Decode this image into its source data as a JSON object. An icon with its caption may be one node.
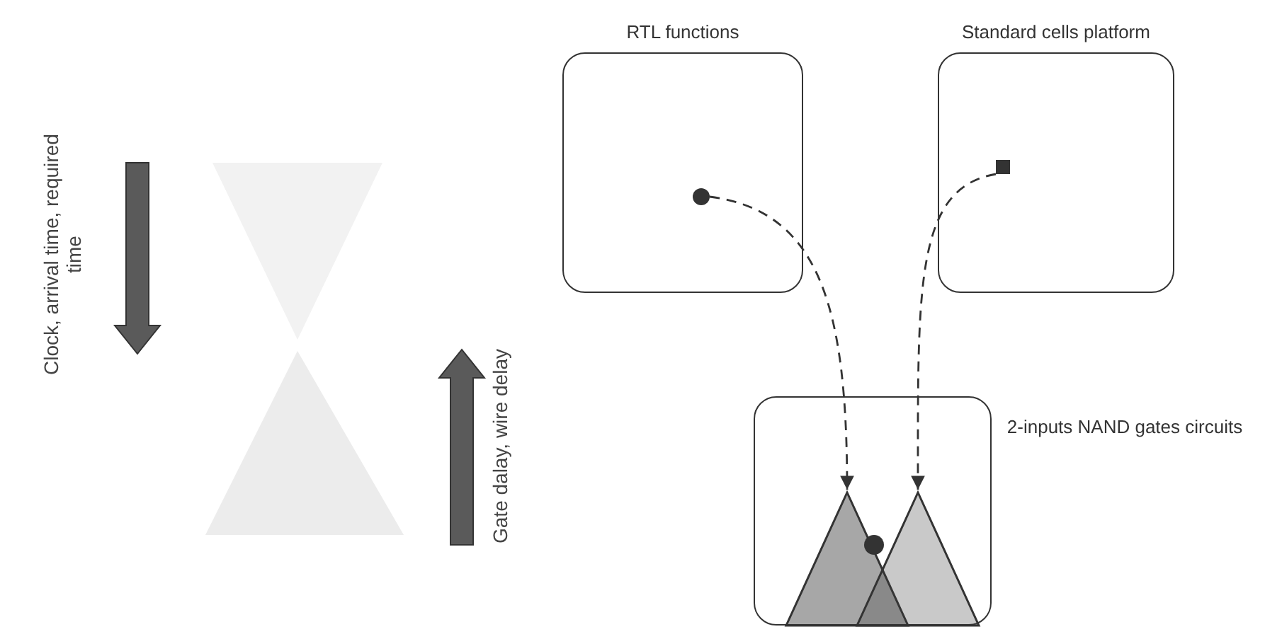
{
  "diagram": {
    "nodes": [
      {
        "text": [
          "RTL functions"
        ]
      },
      {
        "text": [],
        "shape": "circle",
        "in": 0
      },
      {
        "text": [
          "Standard cells platform"
        ]
      },
      {
        "text": [],
        "shape": "box",
        "in": 2
      },
      {
        "text": [
          "2-inputs NAND gates circuits"
        ]
      },
      {
        "text": [],
        "shape": "triangle",
        "in": 4
      },
      {
        "text": [],
        "shape": "triangle",
        "in": 4
      }
    ],
    "edges": [
      {
        "from": 1,
        "to": 5,
        "arrow": "to",
        "style": "dashed"
      },
      {
        "from": 3,
        "to": 6,
        "arrow": "to",
        "style": "dashed"
      }
    ],
    "labels": [
      "Clock, arrival time, required time",
      "Gate dalay, wire delay"
    ]
  }
}
